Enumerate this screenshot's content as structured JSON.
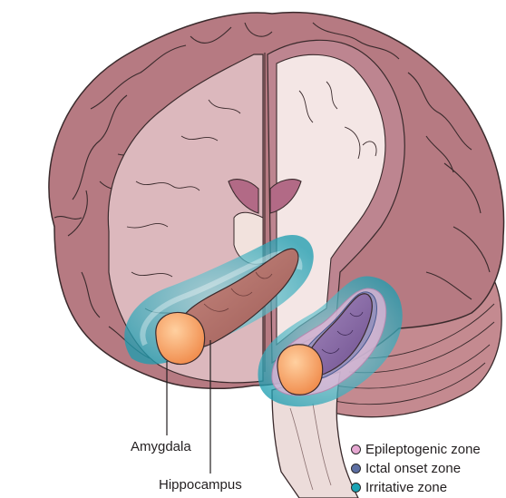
{
  "labels": {
    "amygdala": "Amygdala",
    "hippocampus": "Hippocampus"
  },
  "legend": [
    {
      "label": "Epileptogenic zone",
      "color": "#e6a8d2"
    },
    {
      "label": "Ictal onset zone",
      "color": "#5d6fa3"
    },
    {
      "label": "Irritative zone",
      "color": "#1aa3b4"
    }
  ],
  "colors": {
    "cortex": "#b67a82",
    "cortex_inner": "#d9b5ba",
    "white_matter": "#f1e1e0",
    "amygdala": "#f5a66b",
    "hippocampus_left": "#b8766e",
    "hippocampus_right": "#8a6aa5",
    "brainstem": "#e9d7d5",
    "ventricle": "#b26a86"
  }
}
